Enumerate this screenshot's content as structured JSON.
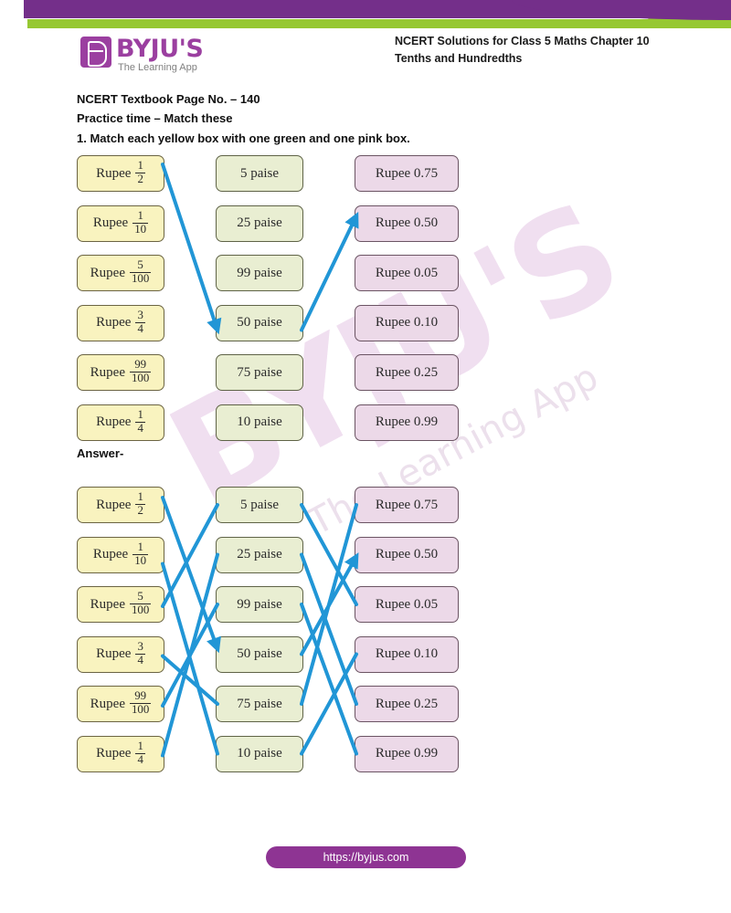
{
  "header": {
    "logo_name": "BYJU'S",
    "logo_tagline": "The Learning App",
    "title_line1": "NCERT Solutions for Class 5 Maths Chapter 10",
    "title_line2": "Tenths and Hundredths"
  },
  "watermark": {
    "big": "BYJU'S",
    "small": "The Learning App"
  },
  "content": {
    "page_ref": "NCERT Textbook Page No. – 140",
    "section": "Practice time – Match these",
    "question": "1. Match each yellow box with one green and one pink box.",
    "answer_label": "Answer-"
  },
  "colors": {
    "brand_purple": "#742f8a",
    "brand_green": "#96c832",
    "logo_purple": "#9b3fa0",
    "arrow_blue": "#2196d6",
    "yellow_box": "#f9f3bf",
    "green_box": "#e9eed2",
    "pink_box": "#ecd9e8"
  },
  "match": {
    "yellow": [
      {
        "word": "Rupee",
        "num": "1",
        "den": "2"
      },
      {
        "word": "Rupee",
        "num": "1",
        "den": "10"
      },
      {
        "word": "Rupee",
        "num": "5",
        "den": "100"
      },
      {
        "word": "Rupee",
        "num": "3",
        "den": "4"
      },
      {
        "word": "Rupee",
        "num": "99",
        "den": "100"
      },
      {
        "word": "Rupee",
        "num": "1",
        "den": "4"
      }
    ],
    "green": [
      "5 paise",
      "25 paise",
      "99 paise",
      "50 paise",
      "75 paise",
      "10 paise"
    ],
    "pink": [
      "Rupee 0.75",
      "Rupee 0.50",
      "Rupee 0.05",
      "Rupee 0.10",
      "Rupee 0.25",
      "Rupee 0.99"
    ],
    "question_links": [
      {
        "from_col": "yellow",
        "from": 0,
        "to_col": "green",
        "to": 3,
        "arrow": true
      },
      {
        "from_col": "green",
        "from": 3,
        "to_col": "pink",
        "to": 1,
        "arrow": true
      }
    ],
    "answer_links_left": [
      {
        "from": 0,
        "to": 3,
        "arrow": true
      },
      {
        "from": 1,
        "to": 5,
        "arrow": false
      },
      {
        "from": 2,
        "to": 0,
        "arrow": false
      },
      {
        "from": 3,
        "to": 4,
        "arrow": false
      },
      {
        "from": 4,
        "to": 2,
        "arrow": false
      },
      {
        "from": 5,
        "to": 1,
        "arrow": false
      }
    ],
    "answer_links_right": [
      {
        "from": 0,
        "to": 2,
        "arrow": false
      },
      {
        "from": 1,
        "to": 4,
        "arrow": false
      },
      {
        "from": 2,
        "to": 5,
        "arrow": false
      },
      {
        "from": 3,
        "to": 1,
        "arrow": true
      },
      {
        "from": 4,
        "to": 0,
        "arrow": false
      },
      {
        "from": 5,
        "to": 3,
        "arrow": false
      }
    ]
  },
  "footer": {
    "url": "https://byjus.com"
  }
}
